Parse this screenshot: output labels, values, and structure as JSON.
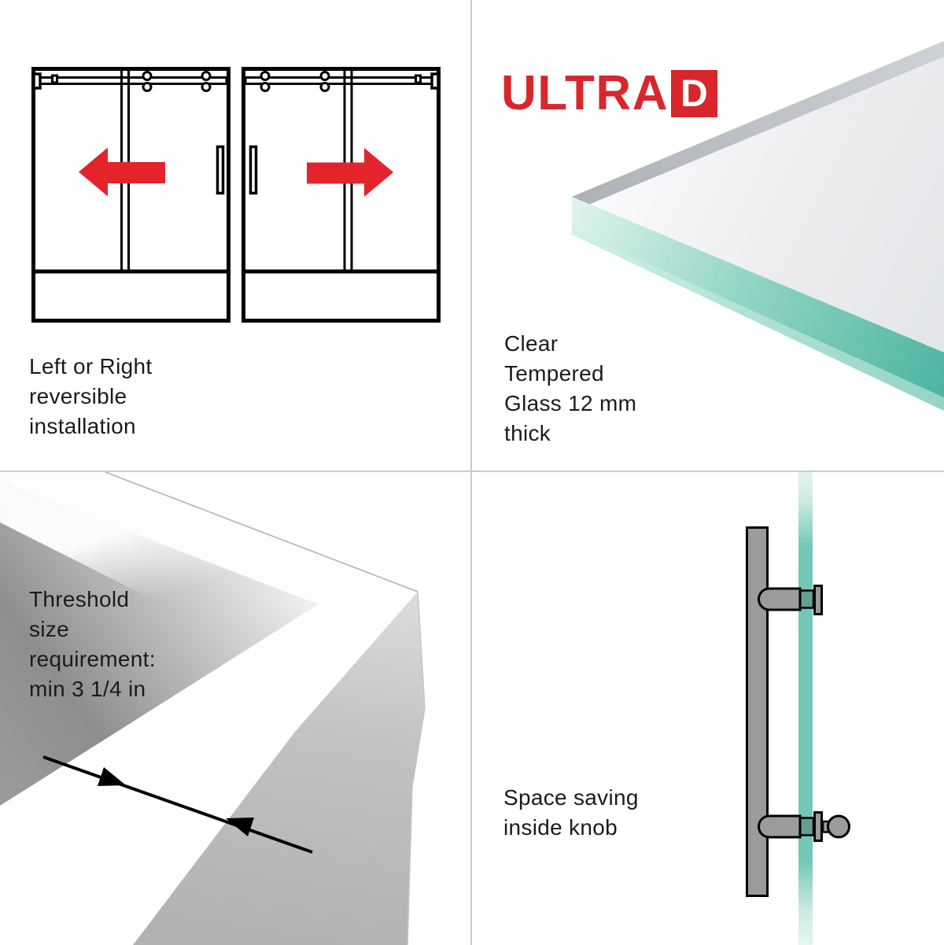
{
  "brand": {
    "name": "ULTRA",
    "badge": "D"
  },
  "captions": {
    "reversible": {
      "line1": "Left or Right",
      "line2": "reversible",
      "line3": "installation"
    },
    "glass": {
      "line1": "Clear",
      "line2": "Tempered",
      "line3": "Glass 12 mm",
      "line4": "thick"
    },
    "threshold": {
      "line1": "Threshold",
      "line2": "size",
      "line3": "requirement:",
      "line4": "min 3 1/4 in"
    },
    "knob": {
      "line1": "Space saving",
      "line2": "inside knob"
    }
  },
  "colors": {
    "brand_red": "#d8262c",
    "arrow_red": "#e3242c",
    "glass_teal": "#74c7b6",
    "stem_teal": "#639e93",
    "metal_gray": "#9b9b9b",
    "outline_black": "#000000",
    "divider_gray": "#cbcbcb"
  }
}
